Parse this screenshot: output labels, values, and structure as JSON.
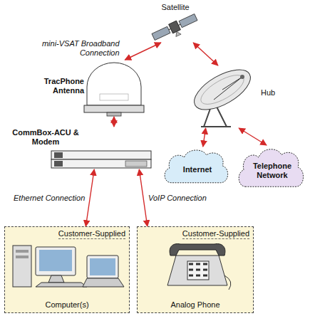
{
  "diagram": {
    "nodes": [
      {
        "text": [
          "Satellite"
        ]
      },
      {
        "text": [
          "TracPhone Antenna"
        ]
      },
      {
        "text": [
          "Hub"
        ]
      },
      {
        "text": [
          "CommBox-ACU & Modem"
        ]
      },
      {
        "text": [
          "Internet"
        ]
      },
      {
        "text": [
          "Telephone Network"
        ]
      },
      {
        "text": [
          "Customer-Supplied",
          "Computer(s)"
        ]
      },
      {
        "text": [
          "Customer-Supplied",
          "Analog Phone"
        ]
      }
    ],
    "edges": [
      {
        "from": 0,
        "to": 1,
        "arrow": "both",
        "label": "mini-VSAT Broadband Connection"
      },
      {
        "from": 0,
        "to": 2,
        "arrow": "both"
      },
      {
        "from": 1,
        "to": 3,
        "arrow": "both"
      },
      {
        "from": 2,
        "to": 4,
        "arrow": "both"
      },
      {
        "from": 2,
        "to": 5,
        "arrow": "both"
      },
      {
        "from": 3,
        "to": 6,
        "arrow": "both",
        "label": "Ethernet Connection"
      },
      {
        "from": 3,
        "to": 7,
        "arrow": "both",
        "label": "VoIP Connection"
      }
    ]
  }
}
